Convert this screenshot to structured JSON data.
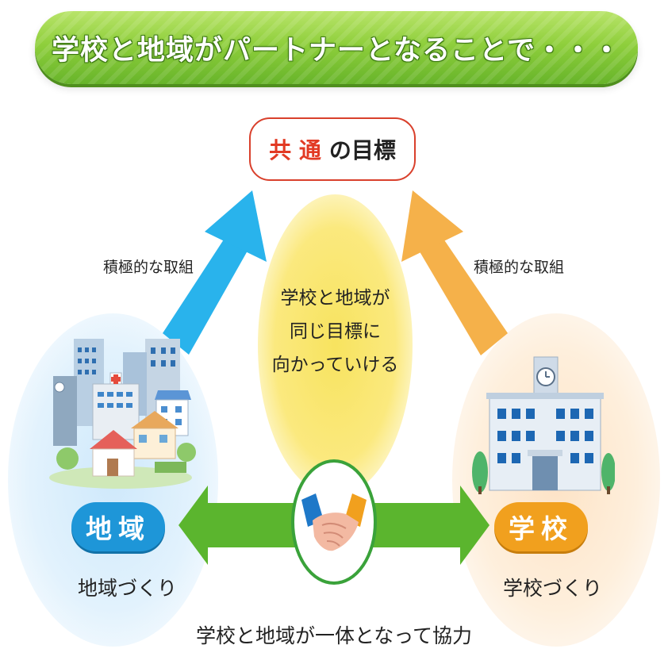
{
  "banner": {
    "title": "学校と地域がパートナーとなることで・・・"
  },
  "goal": {
    "accent": "共 通",
    "rest": "の目標"
  },
  "center": {
    "lines": [
      "学校と地域が",
      "同じ目標に",
      "向かっていける"
    ]
  },
  "left_arrow_label": "積極的な取組",
  "right_arrow_label": "積極的な取組",
  "community": {
    "badge": "地域",
    "caption": "地域づくり"
  },
  "school": {
    "badge": "学校",
    "caption": "学校づくり"
  },
  "bottom": {
    "caption": "学校と地域が一体となって協力"
  },
  "colors": {
    "banner_green": "#8fcf3c",
    "accent_red": "#e23a24",
    "arrow_blue": "#29b3ec",
    "arrow_orange": "#f5b14a",
    "arrow_green": "#5bb52e",
    "badge_blue": "#1e96d8",
    "badge_orange": "#f1a01e",
    "glow_yellow": "#f7e35f"
  },
  "icons": [
    "city-buildings-icon",
    "school-building-icon",
    "handshake-icon"
  ]
}
